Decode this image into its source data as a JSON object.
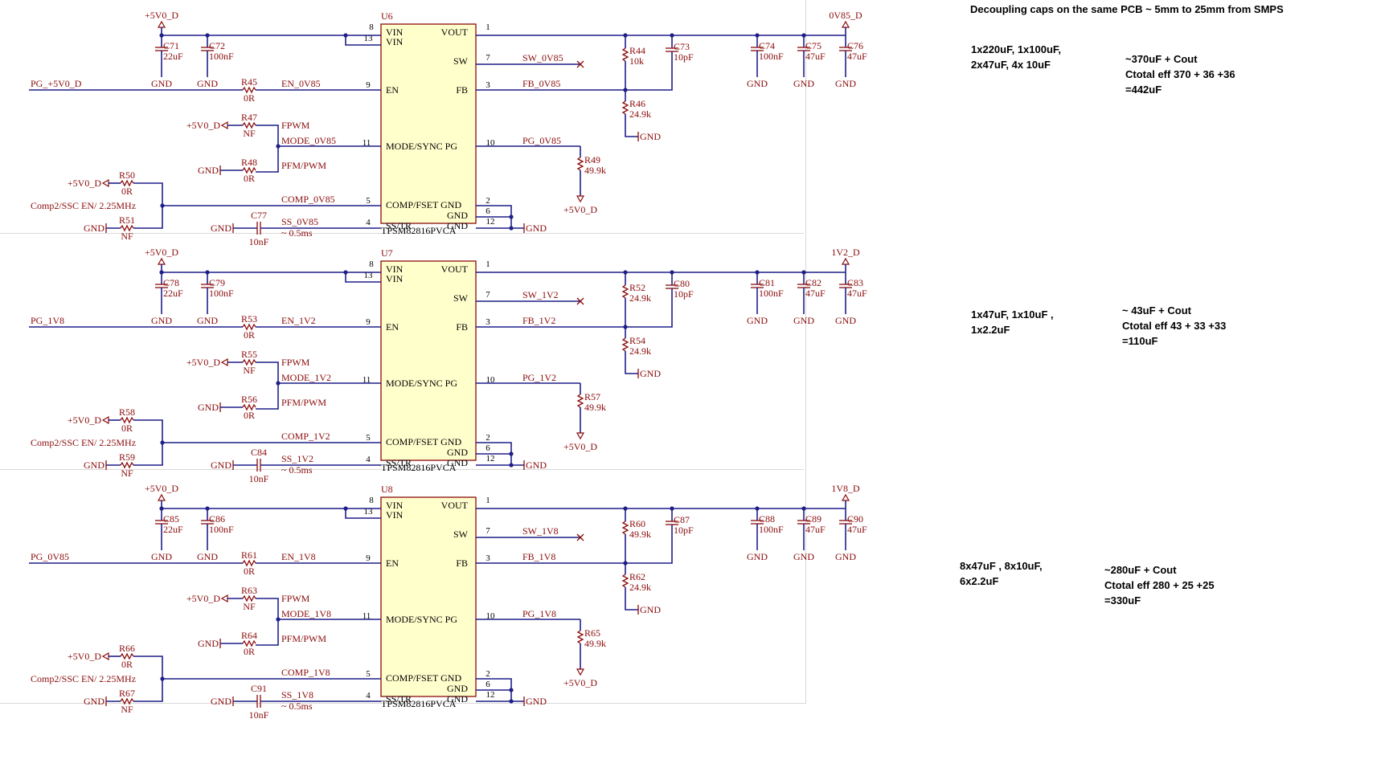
{
  "header_note": "Decoupling caps on the same PCB ~ 5mm to 25mm from SMPS",
  "stages": [
    {
      "ic": "U6",
      "part": "TPSM82816PVCA",
      "vin": "+5V0_D",
      "vout": "0V85_D",
      "pg_in": "PG_+5V0_D",
      "nets": {
        "en": "EN_0V85",
        "sw": "SW_0V85",
        "fb": "FB_0V85",
        "mode": "MODE_0V85",
        "pg": "PG_0V85",
        "comp": "COMP_0V85",
        "ss": "SS_0V85"
      },
      "cin": [
        {
          "ref": "C71",
          "val": "22uF"
        },
        {
          "ref": "C72",
          "val": "100nF"
        }
      ],
      "r_en": {
        "ref": "R45",
        "val": "0R"
      },
      "r_fpwm": {
        "ref": "R47",
        "val": "NF"
      },
      "r_pfm": {
        "ref": "R48",
        "val": "0R"
      },
      "r_comp_hi": {
        "ref": "R50",
        "val": "0R"
      },
      "r_comp_lo": {
        "ref": "R51",
        "val": "NF"
      },
      "c_ss": {
        "ref": "C77",
        "val": "10nF"
      },
      "r_fb_top": {
        "ref": "R44",
        "val": "10k"
      },
      "c_ff": {
        "ref": "C73",
        "val": "10pF"
      },
      "r_fb_bot": {
        "ref": "R46",
        "val": "24.9k"
      },
      "r_pg": {
        "ref": "R49",
        "val": "49.9k"
      },
      "cout": [
        {
          "ref": "C74",
          "val": "100nF"
        },
        {
          "ref": "C75",
          "val": "47uF"
        },
        {
          "ref": "C76",
          "val": "47uF"
        }
      ],
      "note_caps": "1x220uF, 1x100uF,\n2x47uF, 4x 10uF",
      "note_eff": "~370uF + Cout\nCtotal eff 370 + 36 +36\n=442uF"
    },
    {
      "ic": "U7",
      "part": "TPSM82816PVCA",
      "vin": "+5V0_D",
      "vout": "1V2_D",
      "pg_in": "PG_1V8",
      "nets": {
        "en": "EN_1V2",
        "sw": "SW_1V2",
        "fb": "FB_1V2",
        "mode": "MODE_1V2",
        "pg": "PG_1V2",
        "comp": "COMP_1V2",
        "ss": "SS_1V2"
      },
      "cin": [
        {
          "ref": "C78",
          "val": "22uF"
        },
        {
          "ref": "C79",
          "val": "100nF"
        }
      ],
      "r_en": {
        "ref": "R53",
        "val": "0R"
      },
      "r_fpwm": {
        "ref": "R55",
        "val": "NF"
      },
      "r_pfm": {
        "ref": "R56",
        "val": "0R"
      },
      "r_comp_hi": {
        "ref": "R58",
        "val": "0R"
      },
      "r_comp_lo": {
        "ref": "R59",
        "val": "NF"
      },
      "c_ss": {
        "ref": "C84",
        "val": "10nF"
      },
      "r_fb_top": {
        "ref": "R52",
        "val": "24.9k"
      },
      "c_ff": {
        "ref": "C80",
        "val": "10pF"
      },
      "r_fb_bot": {
        "ref": "R54",
        "val": "24.9k"
      },
      "r_pg": {
        "ref": "R57",
        "val": "49.9k"
      },
      "cout": [
        {
          "ref": "C81",
          "val": "100nF"
        },
        {
          "ref": "C82",
          "val": "47uF"
        },
        {
          "ref": "C83",
          "val": "47uF"
        }
      ],
      "note_caps": "1x47uF, 1x10uF ,\n1x2.2uF",
      "note_eff": "~ 43uF + Cout\nCtotal eff 43 + 33 +33\n=110uF"
    },
    {
      "ic": "U8",
      "part": "TPSM82816PVCA",
      "vin": "+5V0_D",
      "vout": "1V8_D",
      "pg_in": "PG_0V85",
      "nets": {
        "en": "EN_1V8",
        "sw": "SW_1V8",
        "fb": "FB_1V8",
        "mode": "MODE_1V8",
        "pg": "PG_1V8",
        "comp": "COMP_1V8",
        "ss": "SS_1V8"
      },
      "cin": [
        {
          "ref": "C85",
          "val": "22uF"
        },
        {
          "ref": "C86",
          "val": "100nF"
        }
      ],
      "r_en": {
        "ref": "R61",
        "val": "0R"
      },
      "r_fpwm": {
        "ref": "R63",
        "val": "NF"
      },
      "r_pfm": {
        "ref": "R64",
        "val": "0R"
      },
      "r_comp_hi": {
        "ref": "R66",
        "val": "0R"
      },
      "r_comp_lo": {
        "ref": "R67",
        "val": "NF"
      },
      "c_ss": {
        "ref": "C91",
        "val": "10nF"
      },
      "r_fb_top": {
        "ref": "R60",
        "val": "49.9k"
      },
      "c_ff": {
        "ref": "C87",
        "val": "10pF"
      },
      "r_fb_bot": {
        "ref": "R62",
        "val": "24.9k"
      },
      "r_pg": {
        "ref": "R65",
        "val": "49.9k"
      },
      "cout": [
        {
          "ref": "C88",
          "val": "100nF"
        },
        {
          "ref": "C89",
          "val": "47uF"
        },
        {
          "ref": "C90",
          "val": "47uF"
        }
      ],
      "note_caps": "8x47uF , 8x10uF,\n6x2.2uF",
      "note_eff": "~280uF + Cout\nCtotal eff 280 + 25 +25\n=330uF"
    }
  ],
  "common": {
    "gnd": "GND",
    "vcc": "+5V0_D",
    "fpwm_label": "FPWM",
    "pfm_label": "PFM/PWM",
    "comp_label": "Comp2/SSC EN/ 2.25MHz",
    "ss_time": "~ 0.5ms",
    "pins": {
      "vin": "VIN",
      "vout": "VOUT",
      "sw": "SW",
      "en": "EN",
      "fb": "FB",
      "mode": "MODE/SYNC",
      "pg": "PG",
      "comp": "COMP/FSET",
      "gnd": "GND",
      "ss": "SS/TR"
    },
    "pin_numbers": {
      "vin_a": "8",
      "vin_b": "13",
      "vout": "1",
      "sw": "7",
      "en": "9",
      "fb": "3",
      "mode": "11",
      "pg": "10",
      "comp": "5",
      "gnd_a": "2",
      "gnd_b": "6",
      "gnd_c": "12",
      "ss": "4"
    }
  },
  "colors": {
    "wire": "#1f1f8a",
    "part": "#8a0a0a",
    "text": "#000000",
    "grid": "#d9d9d9"
  }
}
